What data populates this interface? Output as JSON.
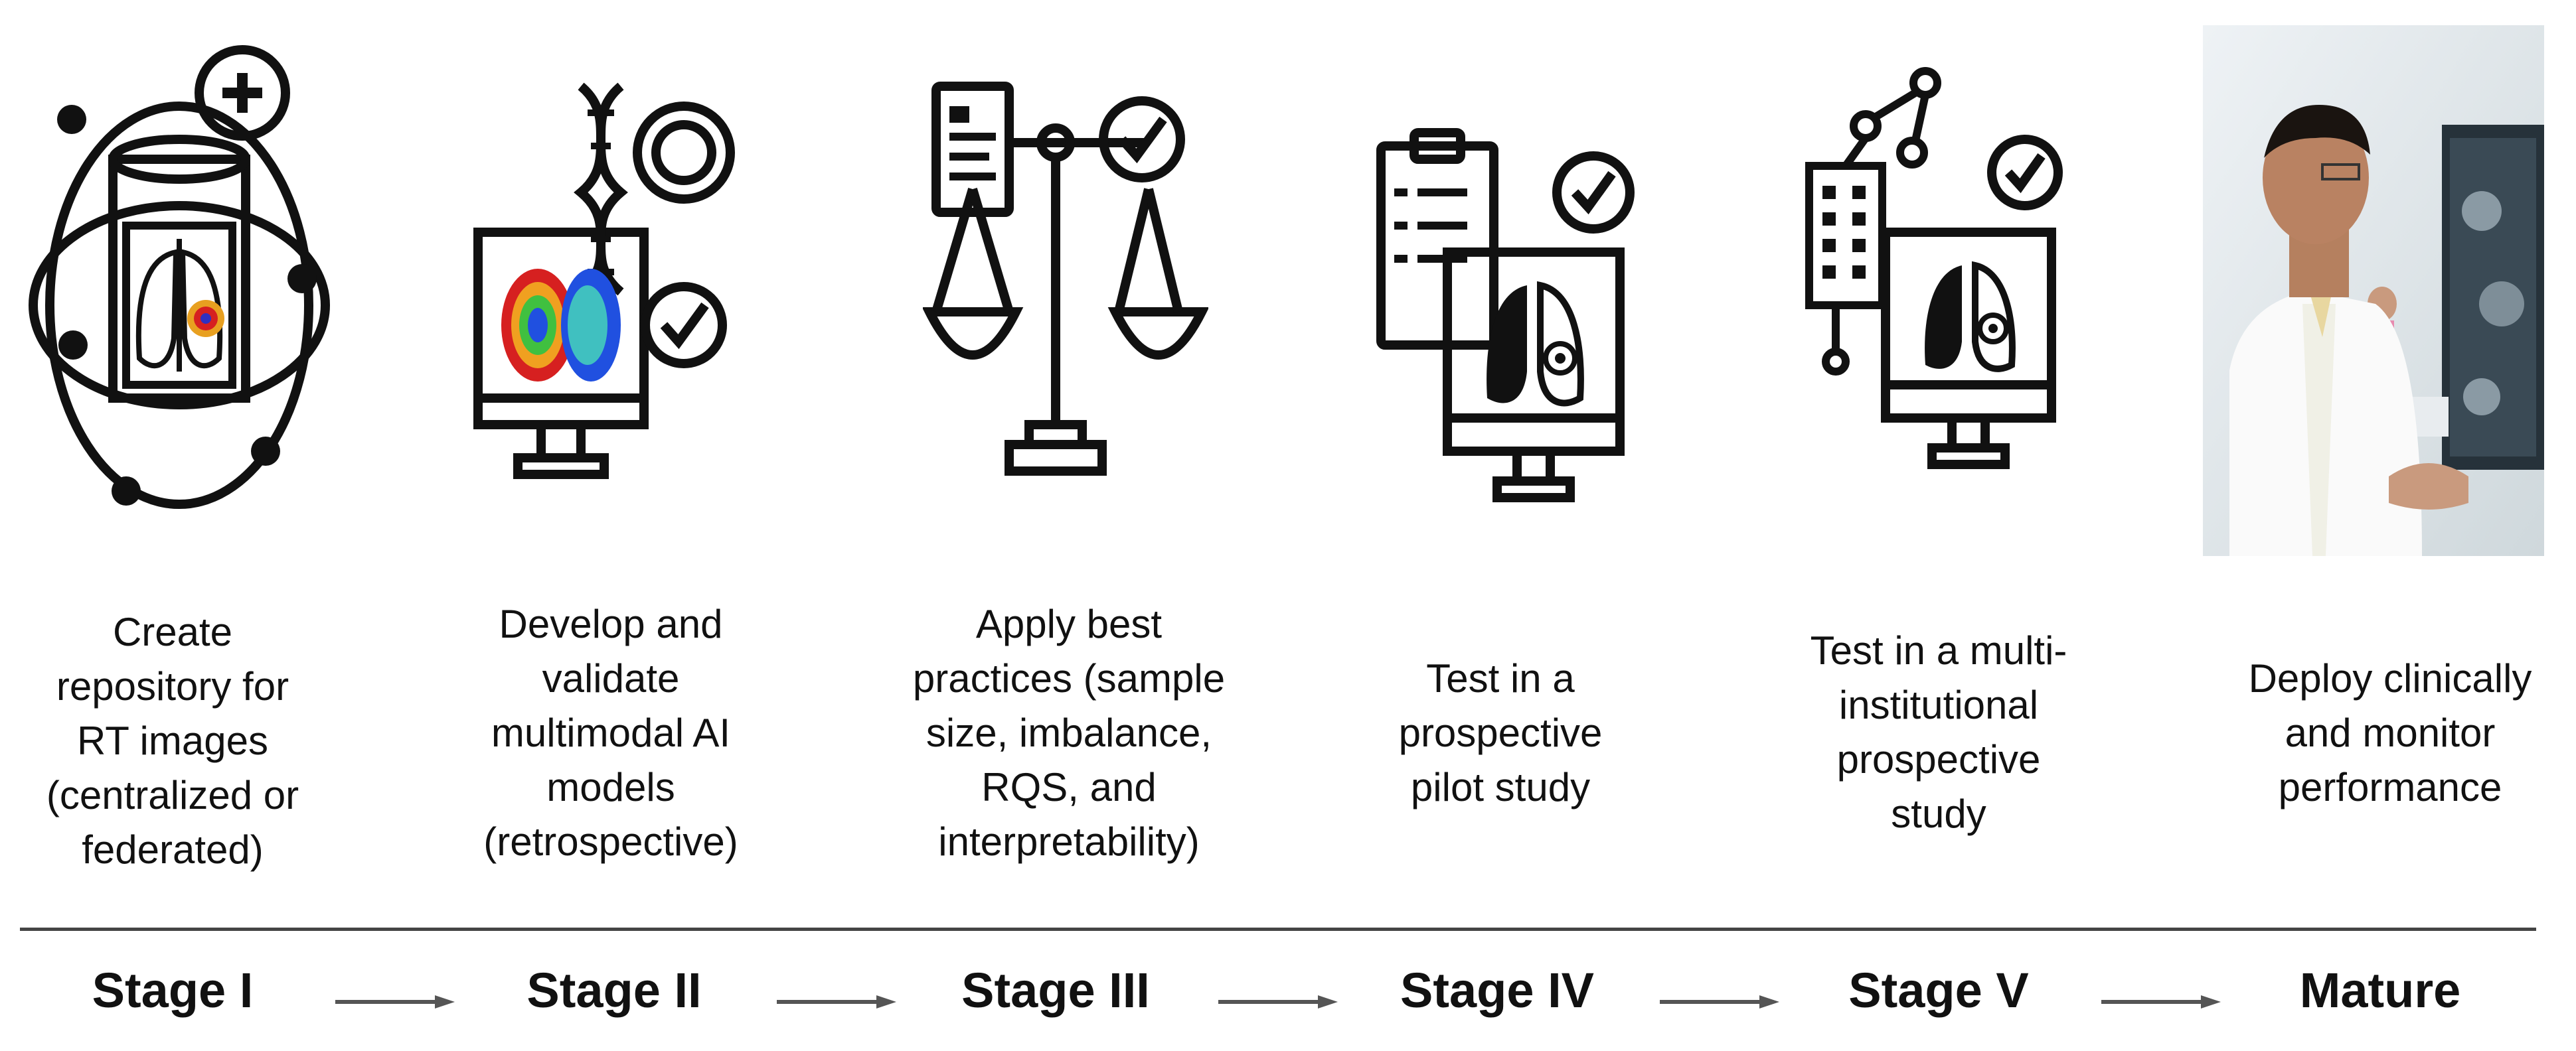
{
  "stages": [
    {
      "label": "Stage I",
      "description": "Create\nrepository for\nRT images\n(centralized or\nfederated)"
    },
    {
      "label": "Stage II",
      "description": "Develop and\nvalidate\nmultimodal AI\nmodels\n(retrospective)"
    },
    {
      "label": "Stage III",
      "description": "Apply best\npractices (sample\nsize, imbalance,\nRQS, and\ninterpretability)"
    },
    {
      "label": "Stage IV",
      "description": "Test in a\nprospective\npilot study"
    },
    {
      "label": "Stage V",
      "description": "Test in a multi-\ninstitutional\nprospective\nstudy"
    },
    {
      "label": "Mature",
      "description": "Deploy clinically\nand monitor\nperformance"
    }
  ],
  "icons": [
    {
      "name": "data-repository-icon"
    },
    {
      "name": "ai-model-monitor-icon"
    },
    {
      "name": "balance-scale-icon"
    },
    {
      "name": "clipboard-monitor-icon"
    },
    {
      "name": "institution-network-icon"
    },
    {
      "name": "clinical-deployment-photo"
    }
  ],
  "colors": {
    "line": "#444444",
    "arrow": "#555555",
    "icon": "#111111"
  }
}
